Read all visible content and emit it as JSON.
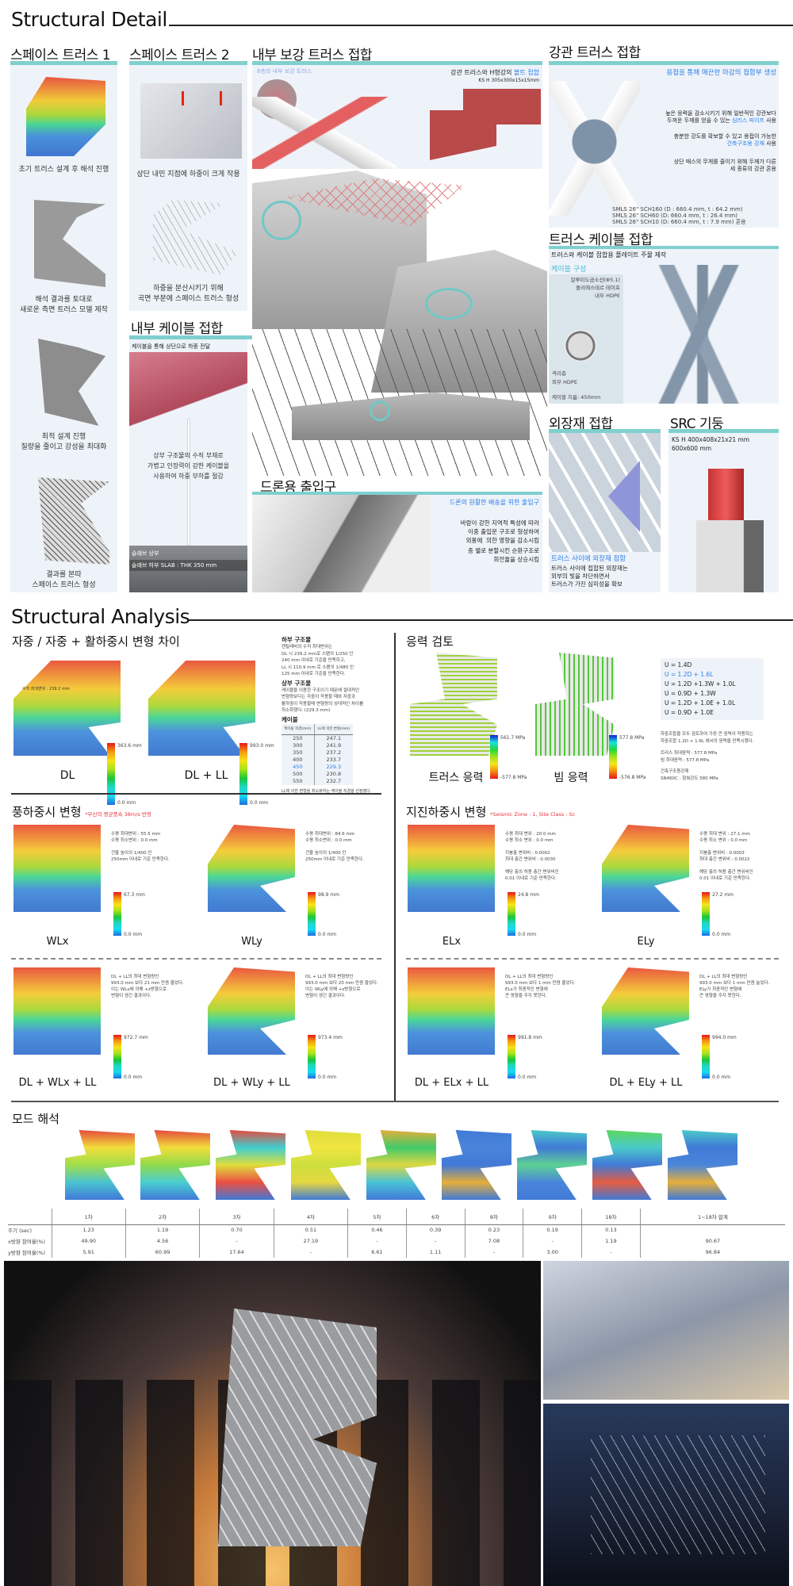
{
  "detail": {
    "title": "Structural Detail",
    "space_truss_1": {
      "heading": "스페이스 트러스 1",
      "captions": [
        "초기 트러스 설계 후 해석 진행",
        "해석 결과를 토대로\n새로운 측면 트러스 모델 제작",
        "최적 설계 진행\n질량을 줄이고 강성을 최대화",
        "결과를 본따\n스페이스 트러스 형성"
      ]
    },
    "space_truss_2": {
      "heading": "스페이스 트러스 2",
      "captions": [
        "상단 내민 지점에 하중이 크게 작용",
        "하중을 분산시키기 위해\n곡면 부분에 스페이스 트러스 형성"
      ]
    },
    "inner_cable": {
      "heading": "내부 케이블 접합",
      "subtitle": "케이블을 통해 상단으로 하중 전달",
      "body": "상부 구조물의 수직 부재로\n가볍고 인장력이 강한 케이블을\n사용하여 하중 부하를 절감",
      "slab_top": "슬래브 상부",
      "slab_bottom": "슬래브 하부  SLAB : THK 350 mm"
    },
    "inner_reinforce": {
      "heading": "내부 보강 트러스 접합",
      "inset_label": "8층의 내부 보강 트러스",
      "bolt_title_a": "강관 트러스와 H형강의 ",
      "bolt_title_b": "볼트 접합",
      "bolt_spec": "KS H 305x300x15x15mm"
    },
    "pipe_truss": {
      "heading": "강관 트러스 접합",
      "highlight": "용접을 통해 매끈한 마감의 접합부 생성",
      "p1a": "높은 응력을 감소시키기 위해 일반적인 강관보다\n두꺼운 두께를 얻을 수 있는 ",
      "p1b": "심리스 파이프",
      "p1c": " 사용",
      "p2a": "충분한 강도를 확보할 수 있고 용접이 가능한\n",
      "p2b": "건축구조용 강재",
      "p2c": " 사용",
      "p3": "상단 매스의 무게를 줄이기 위해 두께가 다른\n세 종류의 강관 혼용",
      "specs": [
        "SMLS 26\" SCH160 (D : 660.4 mm, t : 64.2 mm)",
        "SMLS 26\" SCH60 (D: 660.4 mm, t : 26.4 mm)",
        "SMLS 26\" SCH10 (D: 660.4 mm, t : 7.9 mm) 혼용"
      ]
    },
    "truss_cable": {
      "heading": "트러스 케이블 접합",
      "subtitle": "트러스와 케이블 접합용 플레이트 주물 제작",
      "composition": "케이블 구성",
      "layers": [
        "알루미도금소선(Φ5.1)",
        "폴리에스테르 테이프",
        "내부 HDPE",
        "격리층",
        "외부 HDPE"
      ],
      "diameter": "케이블 지름: 450mm"
    },
    "facade": {
      "heading": "외장재 접합",
      "highlight": "트러스 사이에 외장재 접합",
      "body": "트러스 사이에 접합된 외장재는\n외부의 빛을 차단하면서\n트러스가 가진 심미성을 확보"
    },
    "src": {
      "heading": "SRC 기둥",
      "spec1": "KS H 400x408x21x21 mm",
      "spec2": "600x600 mm"
    },
    "drone": {
      "heading": "드론용 출입구",
      "highlight": "드론의 원활한 배송을 위한 출입구",
      "body1": "바람이 강한 지역적 특성에 따라\n이중 출입문 구조로 형성하여\n외풍에  의한 영향을 감소시킴",
      "body2": "층 별로 분할시킨 순환구조로\n회전율을 상승시킴"
    }
  },
  "analysis": {
    "title": "Structural Analysis",
    "self_weight": {
      "heading": "자중 / 자중 + 활하중시 변형 차이",
      "annotation": "수직 최대변위 : 239.2 mm",
      "dl": {
        "label": "DL",
        "max": "363.6 mm",
        "min": "0.0 mm"
      },
      "dlll": {
        "label": "DL + LL",
        "max": "993.0 mm",
        "min": "0.0 mm"
      },
      "lower_title": "하부 구조물",
      "lower_body": "캔틸레버의 수직 최대변위는\nDL 시 239.2 mm로 스팬의 1/250 인\n240 mm 이내로 기준을 만족하고,\nLL 시 110.9 mm 로 스팬의 1/480 인\n125 mm 이내로 기준을 만족한다.",
      "upper_title": "상부 구조물",
      "upper_body": "케이블을 이용한 구조이기 때문에 절대적인\n변형량보다는 자중이 작용할 때와 자중과\n활하중이 작용할때 변형량의 상대적인 차이를\n최소화했다. (229.3 mm)",
      "cable_title": "케이블",
      "cable_headers": [
        "케이블 직경(mm)",
        "LL에 의한 변형(mm)"
      ],
      "cable_rows": [
        [
          "250",
          "247.1"
        ],
        [
          "300",
          "241.9"
        ],
        [
          "350",
          "237.2"
        ],
        [
          "400",
          "233.7"
        ],
        [
          "450",
          "229.3"
        ],
        [
          "500",
          "230.8"
        ],
        [
          "550",
          "232.7"
        ]
      ],
      "cable_note": "LL에 의한 변형을 최소화하는 케이블 직경을 선정했다."
    },
    "stress": {
      "heading": "응력 검토",
      "truss": {
        "label": "트러스 응력",
        "max": "561.7 MPa",
        "min": "-577.8 MPa"
      },
      "beam": {
        "label": "빔 응력",
        "max": "577.8 MPa",
        "min": "-576.8 MPa"
      },
      "combos": [
        "U = 1.4D",
        "U = 1.2D + 1.6L",
        "U = 1.2D +1.3W + 1.0L",
        "U = 0.9D + 1.3W",
        "U = 1.2D + 1.0E + 1.0L",
        "U = 0.9D + 1.0E"
      ],
      "note1": "하중조합을 모두 검토하여 가장 큰 응력이 작용하는\n하중조합 1.2D + 1.6L 에서의 응력을 만족시켰다.",
      "note2": "트러스 최대응력 : 577.8 MPa\n빔 최대응력 : 577.8 MPa",
      "note3": "건축구조용강재\nSN460C : 항복강도 580 MPa"
    },
    "wind": {
      "heading": "풍하중시 변형",
      "note": "*부산의 평균풍속 38m/s 반영",
      "cases": [
        {
          "label": "WLx",
          "max": "67.3 mm",
          "min": "0.0 mm",
          "text": "수평 최대변위 : 55.5 mm\n수평 최소변위 : 0.0 mm\n\n건물 높이의 1/400 인\n250mm 이내로 기준 만족한다."
        },
        {
          "label": "WLy",
          "max": "98.9 mm",
          "min": "0.0 mm",
          "text": "수평 최대변위 : 84.6 mm\n수평 최소변위 : 0.0 mm\n\n건물 높이의 1/400 인\n250mm 이내로 기준 만족한다."
        },
        {
          "label": "DL + WLx + LL",
          "max": "972.7 mm",
          "min": "0.0 mm",
          "text": "DL + LL의 최대 변형량인\n993.0 mm 보다 21 mm 만큼 줄었다.\n이는 WLx에 의해 +z방향으로\n변형이 생긴 결과이다."
        },
        {
          "label": "DL + WLy + LL",
          "max": "973.4 mm",
          "min": "0.0 mm",
          "text": "DL + LL의 최대 변형량인\n993.0 mm 보다 20 mm 만큼 줄었다.\n이는 WLy에 의해 +z방향으로\n변형이 생긴 결과이다."
        }
      ]
    },
    "seismic": {
      "heading": "지진하중시 변형",
      "note": "*Seismic Zone : 1, Site Class : Sc",
      "cases": [
        {
          "label": "ELx",
          "max": "24.8 mm",
          "min": "0.0 mm",
          "text": "수평 최대 변위 : 20.0 mm\n수평 최소 변위 : 0.0 mm\n\n지붕층 변위비 : 0.0002\n최대 층간 변위비 : 0.0030\n\n해당 층의 허용 층간 변위비인\n0.01 이내로 기준 만족한다."
        },
        {
          "label": "ELy",
          "max": "27.2 mm",
          "min": "0.0 mm",
          "text": "수평 최대 변위 : 27.1 mm\n수평 최소 변위 : 0.0 mm\n\n지붕층 변위비 : 0.0003\n최대 층간 변위비 : 0.0022\n\n해당 층의 허용 층간 변위비인\n0.01 이내로 기준 만족한다."
        },
        {
          "label": "DL + ELx + LL",
          "max": "991.8 mm",
          "min": "0.0 mm",
          "text": "DL + LL의 최대 변형량인\n993.0 mm 보다 1 mm 만큼 줄었다.\nELx가 최종적인 변형에\n큰 영향을 주지 못한다."
        },
        {
          "label": "DL + ELy + LL",
          "max": "994.0 mm",
          "min": "0.0 mm",
          "text": "DL + LL의 최대 변형량인\n993.0 mm 보다 1 mm 만큼 늘었다.\nELy가 최종적인 변형에\n큰 영향을 주지 못한다."
        }
      ]
    },
    "modal": {
      "heading": "모드 해석",
      "headers": [
        "",
        "1차",
        "2차",
        "3차",
        "4차",
        "5차",
        "6차",
        "8차",
        "9차",
        "18차",
        "1~18차 합계"
      ],
      "rows": [
        [
          "주기 (sec)",
          "1.23",
          "1.19",
          "0.70",
          "0.51",
          "0.46",
          "0.39",
          "0.23",
          "0.19",
          "0.13",
          ""
        ],
        [
          "x방향 참여율(%)",
          "49.90",
          "4.56",
          "-",
          "27.19",
          "-",
          "-",
          "7.08",
          "-",
          "1.19",
          "90.67"
        ],
        [
          "y방향 참여율(%)",
          "5.91",
          "60.99",
          "17.64",
          "-",
          "6.61",
          "1.11",
          "-",
          "3.00",
          "-",
          "96.84"
        ]
      ]
    }
  }
}
